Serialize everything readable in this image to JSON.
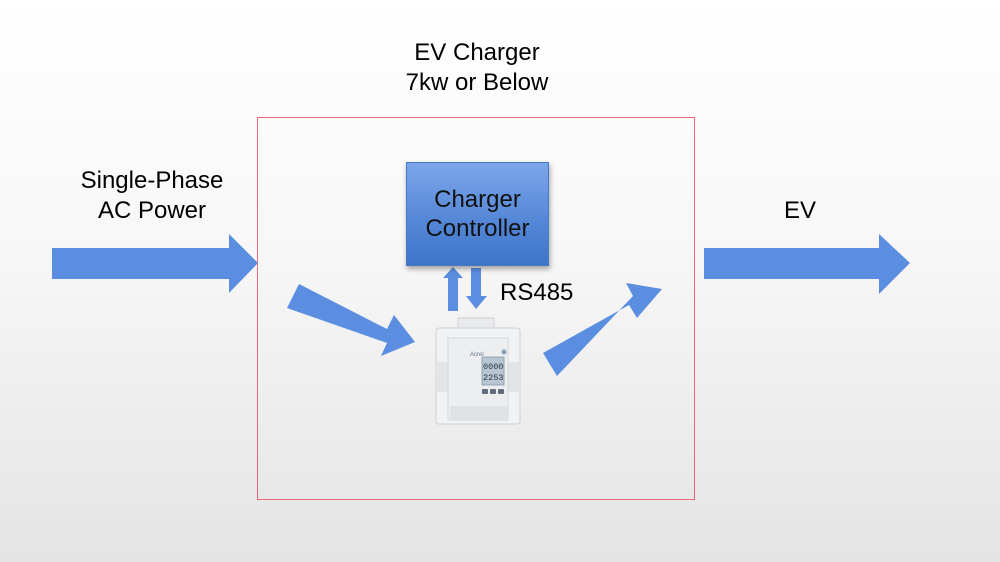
{
  "title": {
    "line1": "EV Charger",
    "line2": "7kw or Below"
  },
  "input": {
    "line1": "Single-Phase",
    "line2": "AC Power"
  },
  "output": {
    "label": "EV"
  },
  "controller": {
    "line1": "Charger",
    "line2": "Controller"
  },
  "link": {
    "label": "RS485"
  },
  "meter": {
    "brand": "Acrel",
    "display_line1": "0000",
    "display_line2": "2253"
  },
  "colors": {
    "arrow": "#5b8ee0",
    "controller": "#5688d8",
    "charger_border": "#e56b7b"
  }
}
